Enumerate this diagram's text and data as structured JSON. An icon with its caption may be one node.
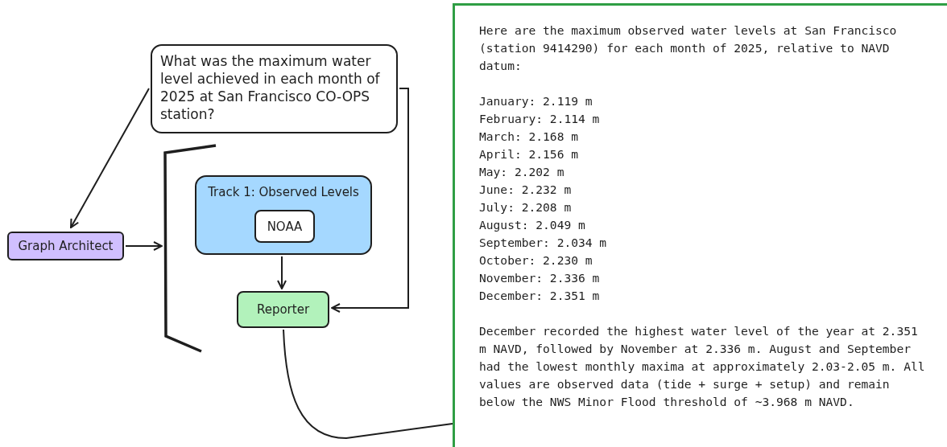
{
  "diagram": {
    "nodes": [
      {
        "text": [
          "What was the maximum water level achieved in each month of 2025 at San Francisco CO-OPS station?"
        ]
      },
      {
        "text": [
          "Graph Architect"
        ]
      },
      {
        "text": [],
        "shape": "bracket"
      },
      {
        "text": [
          "Track 1: Observed Levels"
        ]
      },
      {
        "text": [
          "NOAA"
        ],
        "in": 3
      },
      {
        "text": [
          "Reporter"
        ]
      },
      {
        "text": [
          "Here are the maximum observed water levels at San Francisco (station 9414290) for each month of 2025, relative to NAVD datum:",
          "January: 2.119 m",
          "February: 2.114 m",
          "March: 2.168 m",
          "April: 2.156 m",
          "May: 2.202 m",
          "June: 2.232 m",
          "July: 2.208 m",
          "August: 2.049 m",
          "September: 2.034 m",
          "October: 2.230 m",
          "November: 2.336 m",
          "December: 2.351 m",
          "December recorded the highest water level of the year at 2.351 m NAVD, followed by November at 2.336 m. August and September had the lowest monthly maxima at approximately 2.03-2.05 m. All values are observed data (tide + surge + setup) and remain below the NWS Minor Flood threshold of ~3.968 m NAVD."
        ]
      }
    ],
    "edges": [
      {
        "from": 0,
        "to": 1,
        "arrow": "to"
      },
      {
        "from": 1,
        "to": 2,
        "arrow": "to"
      },
      {
        "from": 3,
        "to": 5,
        "arrow": "to"
      },
      {
        "from": 0,
        "to": 5,
        "arrow": "to"
      },
      {
        "from": 5,
        "to": 6,
        "arrow": "none"
      }
    ]
  }
}
